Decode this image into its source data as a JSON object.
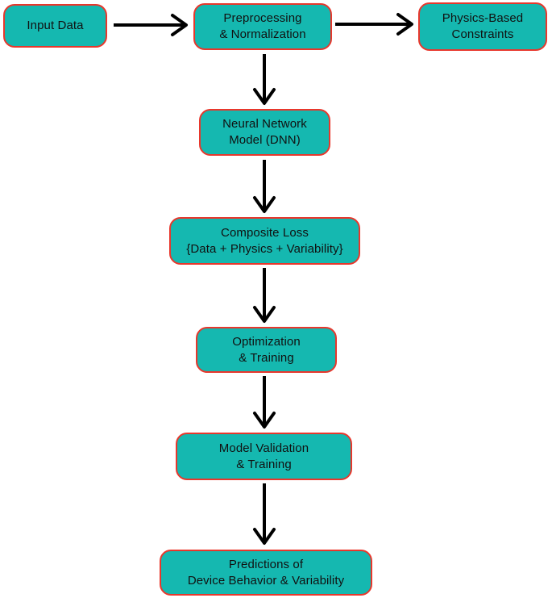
{
  "diagram": {
    "type": "flowchart",
    "nodes": [
      {
        "id": "input-data",
        "lines": [
          "Input Data"
        ]
      },
      {
        "id": "preprocessing",
        "lines": [
          "Preprocessing",
          "& Normalization"
        ]
      },
      {
        "id": "physics-constraints",
        "lines": [
          "Physics-Based",
          "Constraints"
        ]
      },
      {
        "id": "dnn-model",
        "lines": [
          "Neural Network",
          "Model (DNN)"
        ]
      },
      {
        "id": "composite-loss",
        "lines": [
          "Composite Loss",
          "{Data + Physics + Variability}"
        ]
      },
      {
        "id": "optimization",
        "lines": [
          "Optimization",
          "& Training"
        ]
      },
      {
        "id": "model-validation",
        "lines": [
          "Model Validation",
          "& Training"
        ]
      },
      {
        "id": "predictions",
        "lines": [
          "Predictions of",
          "Device Behavior & Variability"
        ]
      }
    ],
    "edges": [
      {
        "from": "input-data",
        "to": "preprocessing",
        "direction": "right"
      },
      {
        "from": "preprocessing",
        "to": "physics-constraints",
        "direction": "right"
      },
      {
        "from": "preprocessing",
        "to": "dnn-model",
        "direction": "down"
      },
      {
        "from": "dnn-model",
        "to": "composite-loss",
        "direction": "down"
      },
      {
        "from": "composite-loss",
        "to": "optimization",
        "direction": "down"
      },
      {
        "from": "optimization",
        "to": "model-validation",
        "direction": "down"
      },
      {
        "from": "model-validation",
        "to": "predictions",
        "direction": "down"
      }
    ]
  },
  "colors": {
    "node_fill": "#15b8b0",
    "node_border": "#e8372c",
    "arrow": "#000000",
    "text": "#111111",
    "background": "#ffffff"
  }
}
